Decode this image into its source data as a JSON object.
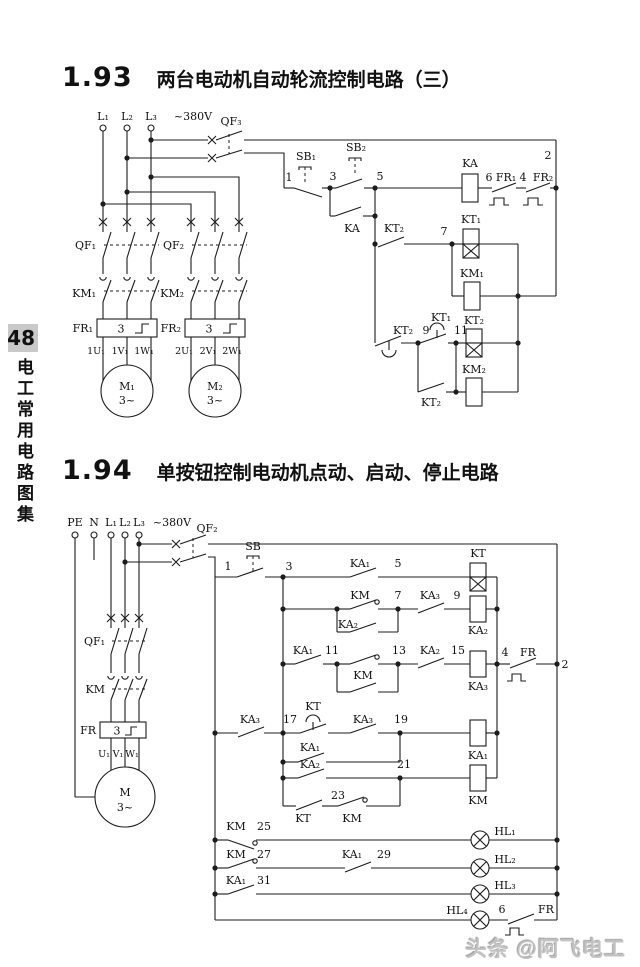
{
  "sidebar": {
    "page_number": "48",
    "book_title": "电工常用电路图集"
  },
  "watermark": {
    "text": "头条 @阿飞电工"
  },
  "c93": {
    "number": "1.93",
    "title": "两台电动机自动轮流控制电路（三）",
    "labels": {
      "l1": "L₁",
      "l2": "L₂",
      "l3": "L₃",
      "supply": "~380V",
      "qf3": "QF₃",
      "n1": "1",
      "sb1": "SB₁",
      "n3": "3",
      "sb2": "SB₂",
      "n5": "5",
      "ka_contact": "KA",
      "ka_coil": "KA",
      "n6": "6",
      "fr1_nc": "FR₁",
      "n4": "4",
      "fr2_nc": "FR₂",
      "n2": "2",
      "kt2_nc": "KT₂",
      "n7": "7",
      "kt1_coil": "KT₁",
      "km1_coil": "KM₁",
      "kt2_doc": "KT₂",
      "n9": "9",
      "kt1_dcc": "KT₁",
      "n11": "11",
      "kt2_coil": "KT₂",
      "km2_coil": "KM₂",
      "kt2_no": "KT₂",
      "qf1": "QF₁",
      "qf2": "QF₂",
      "km1": "KM₁",
      "km2": "KM₂",
      "fr1": "FR₁",
      "fr2": "FR₂",
      "fr1_n": "3",
      "fr2_n": "3",
      "t1u": "1U₁",
      "t1v": "1V₁",
      "t1w": "1W₁",
      "t2u": "2U₁",
      "t2v": "2V₁",
      "t2w": "2W₁",
      "m1": "M₁",
      "m1p": "3~",
      "m2": "M₂",
      "m2p": "3~"
    }
  },
  "c94": {
    "number": "1.94",
    "title": "单按钮控制电动机点动、启动、停止电路",
    "labels": {
      "pe": "PE",
      "n": "N",
      "l1": "L₁",
      "l2": "L₂",
      "l3": "L₃",
      "supply": "~380V",
      "qf2": "QF₂",
      "n1": "1",
      "sb": "SB",
      "n3": "3",
      "ka1_r1": "KA₁",
      "n5": "5",
      "kt_coil": "KT",
      "km_r2": "KM",
      "n7": "7",
      "ka3_r2": "KA₃",
      "n9": "9",
      "ka2_coil": "KA₂",
      "ka2_par": "KA₂",
      "ka1_r3": "KA₁",
      "n11": "11",
      "km_r3": "KM",
      "n13": "13",
      "ka2_r3": "KA₂",
      "n15": "15",
      "ka3_coil": "KA₃",
      "n4": "4",
      "fr_r3": "FR",
      "n2": "2",
      "ka3_r4": "KA₃",
      "n17": "17",
      "kt_r4": "KT",
      "ka3b_r4": "KA₃",
      "n19": "19",
      "ka1_coil": "KA₁",
      "ka1_par": "KA₁",
      "ka2_r5": "KA₂",
      "n21": "21",
      "km_coil": "KM",
      "kt_r6": "KT",
      "n23": "23",
      "km_r6": "KM",
      "km_g1": "KM",
      "n25": "25",
      "hl1": "HL₁",
      "km_g2": "KM",
      "n27": "27",
      "ka1_g2": "KA₁",
      "n29": "29",
      "hl2": "HL₂",
      "ka1_g3": "KA₁",
      "n31": "31",
      "hl3": "HL₃",
      "hl4": "HL₄",
      "n6": "6",
      "fr_g4": "FR",
      "qf1": "QF₁",
      "km_main": "KM",
      "fr_main": "FR",
      "fr_n": "3",
      "tu": "U₁",
      "tv": "V₁",
      "tw": "W₁",
      "m": "M",
      "mp": "3~"
    }
  }
}
